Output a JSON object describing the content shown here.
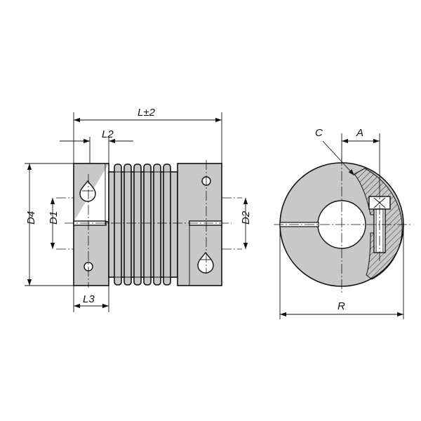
{
  "labels": {
    "L": "L±2",
    "L2": "L2",
    "L3": "L3",
    "D4": "D4",
    "D1": "D1",
    "D2": "D2",
    "C": "C",
    "A": "A",
    "R": "R"
  },
  "colors": {
    "body": "#c8c8c8",
    "line": "#111111",
    "background": "#ffffff"
  }
}
